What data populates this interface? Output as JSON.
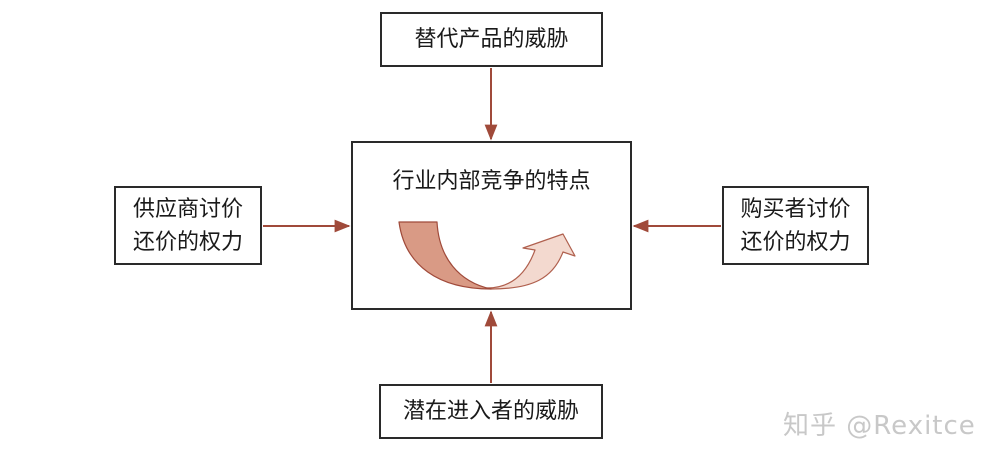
{
  "diagram": {
    "top_box": "替代产品的威胁",
    "bottom_box": "潜在进入者的威胁",
    "left_box": [
      "供应商讨价",
      "还价的权力"
    ],
    "right_box": [
      "购买者讨价",
      "还价的权力"
    ],
    "center_box": "行业内部竞争的特点",
    "arrow_color": "#a04a3a",
    "curve_dark_color": "#d99a85",
    "curve_light_color": "#f3d9cf"
  },
  "watermark": "知乎 @Rexitce"
}
